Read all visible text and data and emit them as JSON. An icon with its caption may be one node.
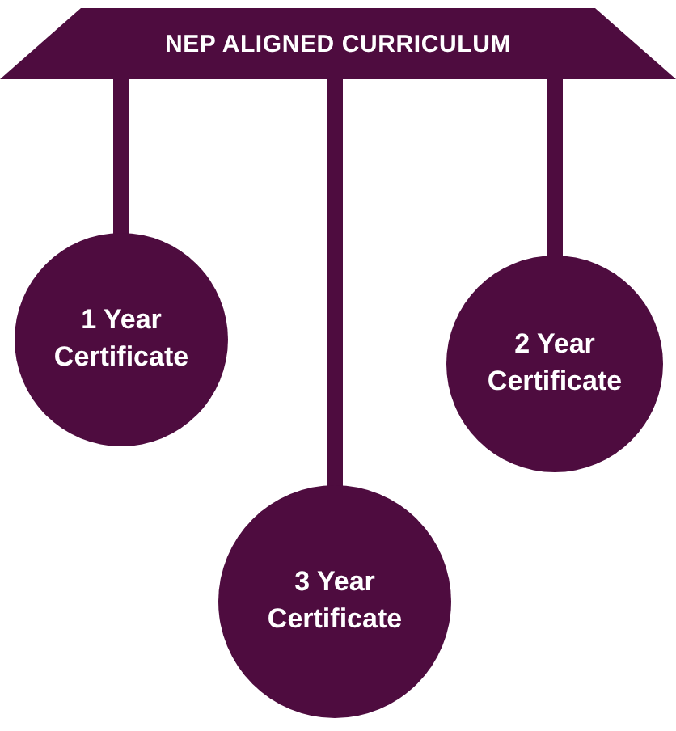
{
  "diagram": {
    "nodes": [
      {
        "text": [
          "NEP ALIGNED CURRICULUM"
        ]
      },
      {
        "text": [
          "1 Year Certificate"
        ]
      },
      {
        "text": [
          "2 Year Certificate"
        ]
      },
      {
        "text": [
          "3 Year Certificate"
        ]
      }
    ],
    "edges": [
      {
        "from": 0,
        "to": 1,
        "arrow": "none"
      },
      {
        "from": 0,
        "to": 3,
        "arrow": "none"
      },
      {
        "from": 0,
        "to": 2,
        "arrow": "none"
      }
    ]
  }
}
